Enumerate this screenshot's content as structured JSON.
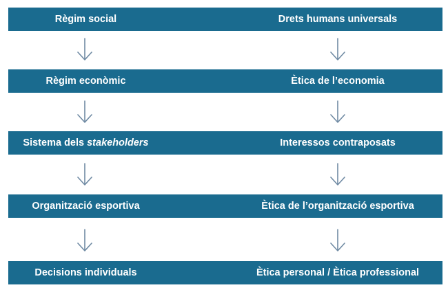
{
  "left_column": [
    {
      "label": "Règim social"
    },
    {
      "label": "Règim econòmic"
    },
    {
      "label_prefix": "Sistema dels ",
      "label_emphasis": "stakeholders"
    },
    {
      "label": "Organització esportiva"
    },
    {
      "label": "Decisions individuals"
    }
  ],
  "right_column": [
    {
      "label": "Drets humans universals"
    },
    {
      "label": "Ètica de l’economia"
    },
    {
      "label": "Interessos contraposats"
    },
    {
      "label": "Ètica de l’organització esportiva"
    },
    {
      "label": "Ètica personal / Ètica professional"
    }
  ],
  "colors": {
    "band": "#1a6b8f",
    "arrow": "#6f8aa3",
    "text": "#ffffff"
  }
}
